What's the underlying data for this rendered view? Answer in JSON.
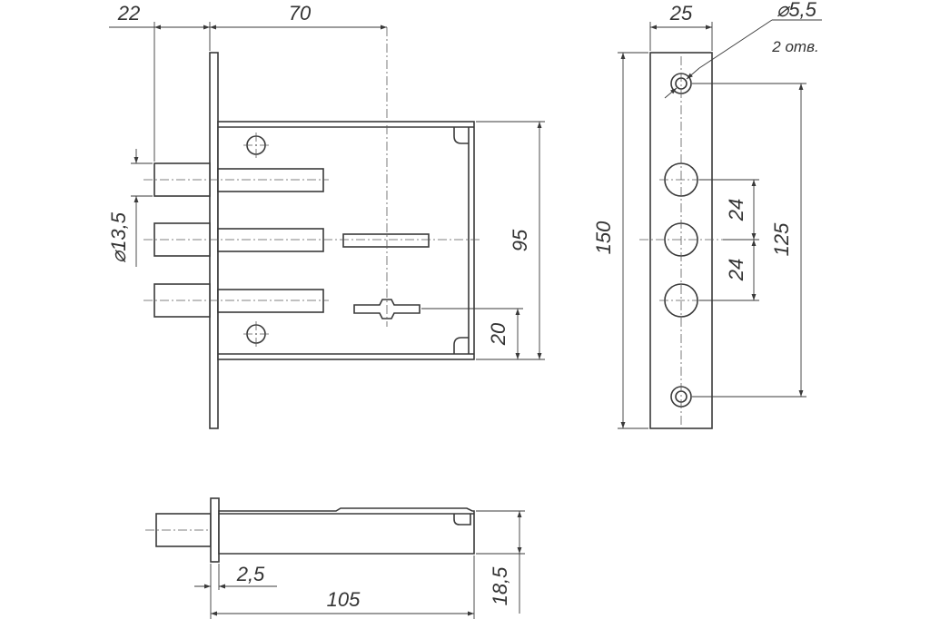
{
  "drawing": {
    "line_color": "#3a3a3a",
    "background": "#ffffff",
    "front_view": {
      "dim_backset": "22",
      "dim_width": "70",
      "dim_height": "95",
      "dim_bolt_diameter": "⌀13,5",
      "dim_key_offset": "20"
    },
    "side_view": {
      "dim_faceplate_width": "25",
      "dim_hole_diameter": "⌀5,5",
      "dim_hole_count": "2 отв.",
      "dim_faceplate_height": "150",
      "dim_hole_spacing": "125",
      "dim_bolt_spacing_upper": "24",
      "dim_bolt_spacing_lower": "24"
    },
    "top_view": {
      "dim_plate_thickness": "2,5",
      "dim_depth": "105",
      "dim_case_thickness": "18,5"
    }
  }
}
